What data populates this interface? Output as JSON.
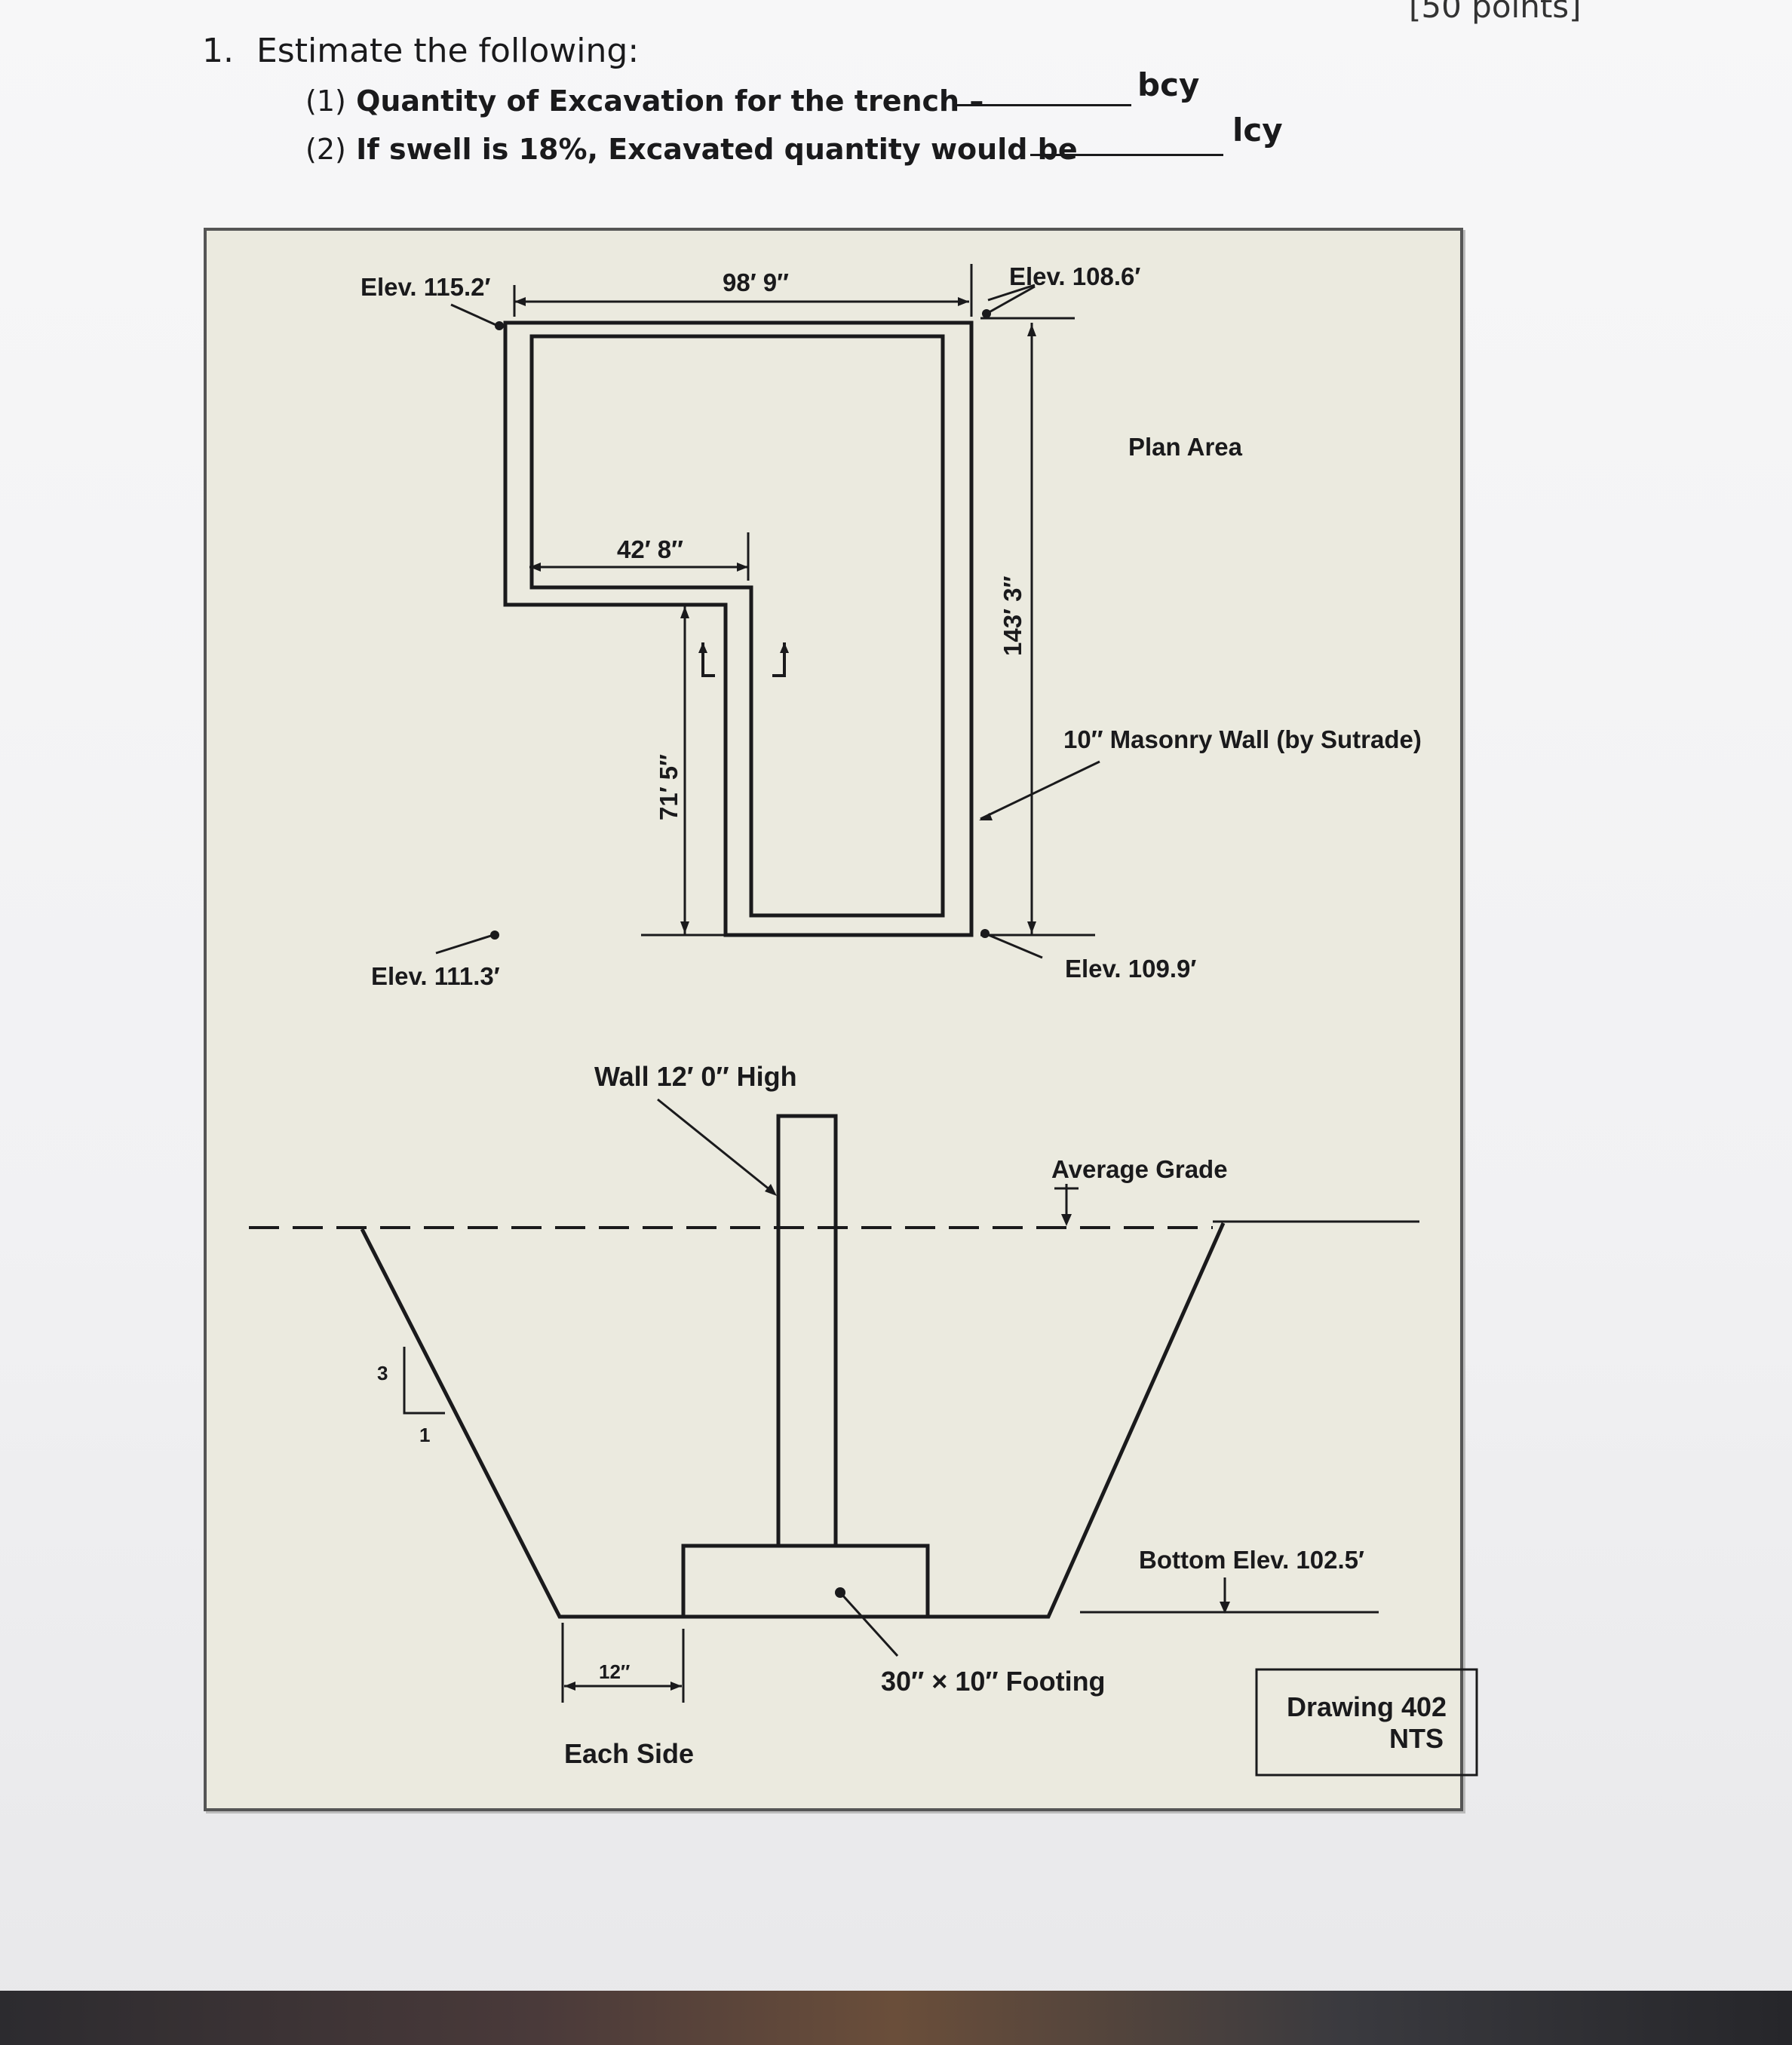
{
  "header": {
    "points": "[50 points]",
    "question_number": "1.",
    "question_title": "Estimate the following:",
    "items": [
      {
        "num": "(1)",
        "text": "Quantity of Excavation for the trench –",
        "unit": "bcy"
      },
      {
        "num": "(2)",
        "text": "If swell is 18%, Excavated quantity would be",
        "unit": "lcy"
      }
    ]
  },
  "plan": {
    "elev_top_left": "Elev. 115.2′",
    "elev_top_right": "Elev. 108.6′",
    "elev_left": "Elev. 111.3′",
    "elev_bottom_right": "Elev. 109.9′",
    "dim_top": "98′ 9″",
    "dim_mid": "42′ 8″",
    "dim_right": "143′ 3″",
    "dim_leg": "71′ 5″",
    "plan_area": "Plan Area",
    "wall_note": "10″ Masonry Wall (by Sutrade)"
  },
  "section": {
    "wall_height": "Wall  12′ 0″ High",
    "average_grade": "Average Grade",
    "slope_rise": "3",
    "slope_run": "1",
    "bottom_elev": "Bottom Elev. 102.5′",
    "clearance": "12″",
    "each_side": "Each Side",
    "footing": "30″ × 10″ Footing"
  },
  "title_block": {
    "drawing": "Drawing 402",
    "scale": "NTS"
  }
}
